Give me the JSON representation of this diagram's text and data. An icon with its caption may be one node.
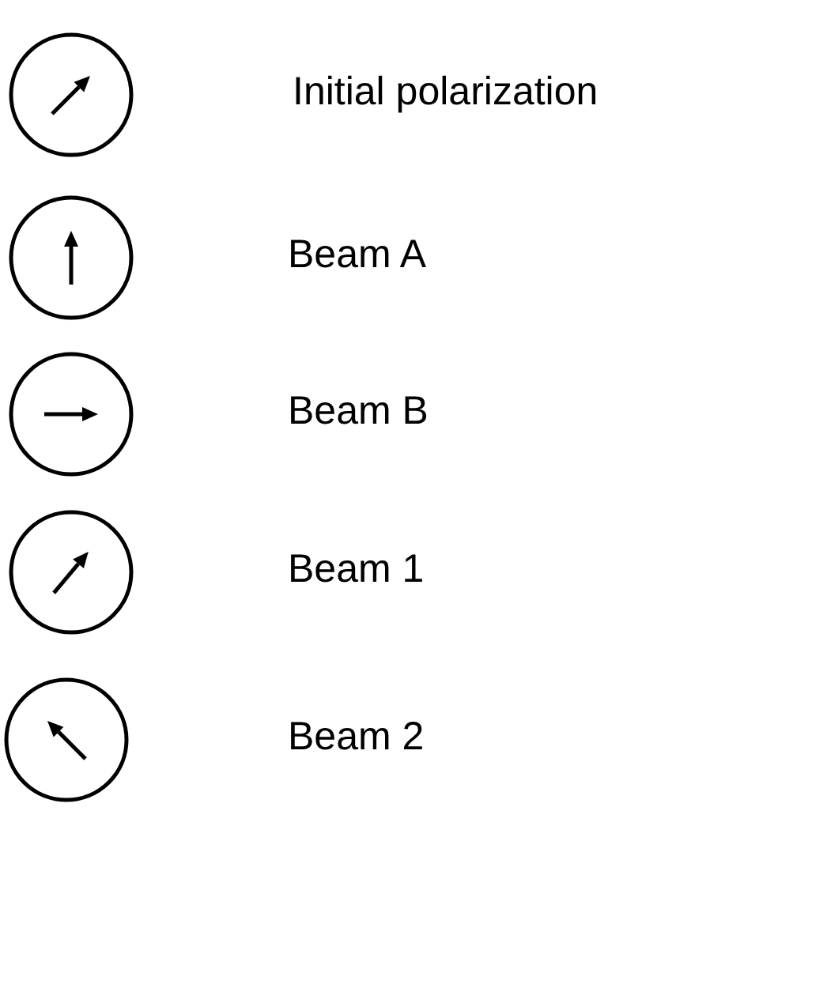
{
  "diagram": {
    "nodes": [
      {
        "text": [],
        "shape": "circle"
      },
      {
        "text": [],
        "shape": "circle"
      },
      {
        "text": [],
        "shape": "circle"
      },
      {
        "text": [],
        "shape": "circle"
      },
      {
        "text": [],
        "shape": "circle"
      }
    ],
    "labels": [
      "Initial polarization",
      "Beam A",
      "Beam B",
      "Beam 1",
      "Beam 2"
    ]
  }
}
